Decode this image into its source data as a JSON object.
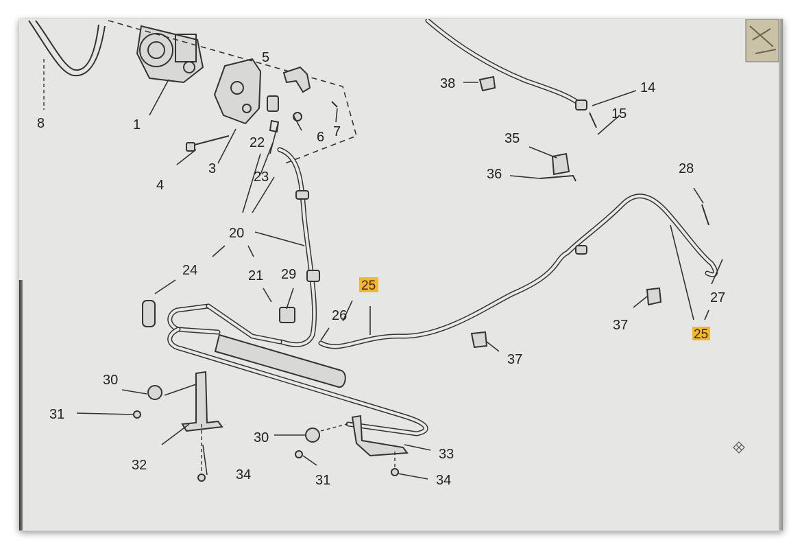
{
  "callouts": {
    "c1": "1",
    "c3": "3",
    "c4": "4",
    "c5": "5",
    "c6": "6",
    "c7": "7",
    "c8": "8",
    "c14": "14",
    "c15": "15",
    "c20": "20",
    "c21": "21",
    "c22": "22",
    "c23": "23",
    "c24": "24",
    "c25a": "25",
    "c25b": "25",
    "c26": "26",
    "c27": "27",
    "c28": "28",
    "c29": "29",
    "c30a": "30",
    "c30b": "30",
    "c31a": "31",
    "c31b": "31",
    "c32": "32",
    "c33": "33",
    "c34a": "34",
    "c34b": "34",
    "c35": "35",
    "c36": "36",
    "c37a": "37",
    "c37b": "37",
    "c38": "38"
  },
  "highlight_color": "#f2b633",
  "icons": {
    "corner_thumbnail": "exploded-view-thumbnail-icon",
    "hub_glyph": "four-diamond-glyph-icon"
  }
}
